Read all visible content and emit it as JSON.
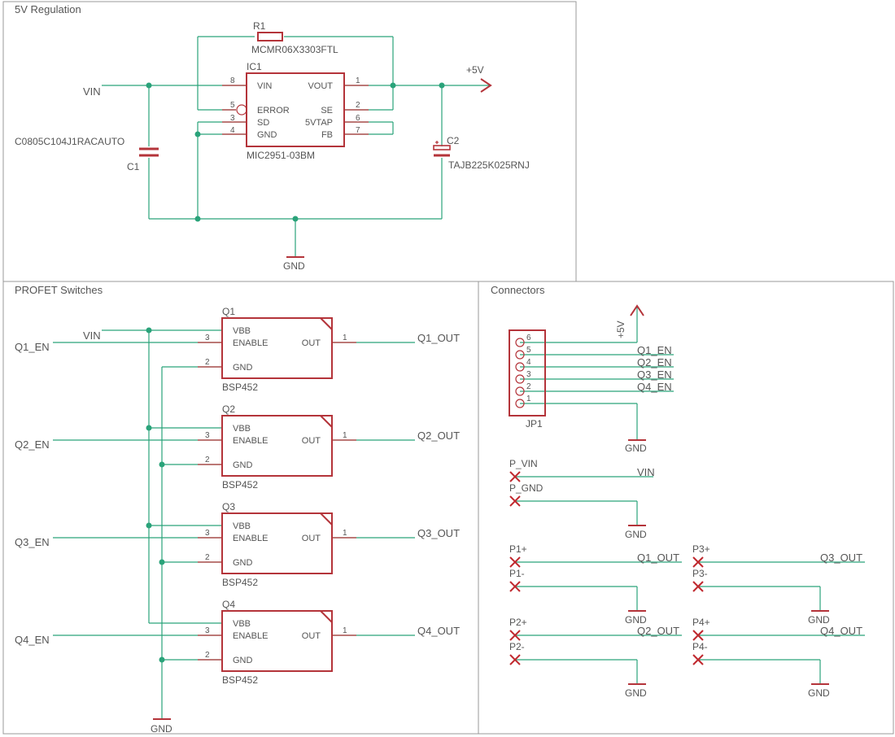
{
  "sheets": {
    "regulation": "5V Regulation",
    "switches": "PROFET Switches",
    "connectors": "Connectors"
  },
  "regulator": {
    "ref": "IC1",
    "value": "MIC2951-03BM",
    "pins": {
      "vin": "VIN",
      "vout": "VOUT",
      "error": "ERROR",
      "se": "SE",
      "sd": "SD",
      "vtap": "5VTAP",
      "gnd": "GND",
      "fb": "FB"
    },
    "pin_numbers": {
      "vin": "8",
      "vout": "1",
      "error": "5",
      "se": "2",
      "sd": "3",
      "vtap": "6",
      "gnd": "4",
      "fb": "7"
    }
  },
  "r1": {
    "ref": "R1",
    "value": "MCMR06X3303FTL"
  },
  "c1": {
    "ref": "C1",
    "value": "C0805C104J1RACAUTO"
  },
  "c2": {
    "ref": "C2",
    "value": "TAJB225K025RNJ"
  },
  "nets": {
    "vin": "VIN",
    "p5v": "+5V",
    "gnd": "GND",
    "q1_en": "Q1_EN",
    "q2_en": "Q2_EN",
    "q3_en": "Q3_EN",
    "q4_en": "Q4_EN",
    "q1_out": "Q1_OUT",
    "q2_out": "Q2_OUT",
    "q3_out": "Q3_OUT",
    "q4_out": "Q4_OUT"
  },
  "switches": [
    {
      "ref": "Q1",
      "value": "BSP452"
    },
    {
      "ref": "Q2",
      "value": "BSP452"
    },
    {
      "ref": "Q3",
      "value": "BSP452"
    },
    {
      "ref": "Q4",
      "value": "BSP452"
    }
  ],
  "switch_pins": {
    "vbb": "VBB",
    "enable": "ENABLE",
    "gnd": "GND",
    "out": "OUT",
    "n_vbb_en": "3",
    "n_gnd": "2",
    "n_out": "1"
  },
  "header": {
    "ref": "JP1",
    "pins": [
      "6",
      "5",
      "4",
      "3",
      "2",
      "1"
    ]
  },
  "pads": {
    "p_vin": "P_VIN",
    "p_gnd": "P_GND",
    "p1p": "P1+",
    "p1m": "P1-",
    "p2p": "P2+",
    "p2m": "P2-",
    "p3p": "P3+",
    "p3m": "P3-",
    "p4p": "P4+",
    "p4m": "P4-"
  },
  "colors": {
    "wire": "#2aa37a",
    "part": "#b4343a",
    "text": "#555555",
    "frame": "#999999"
  }
}
